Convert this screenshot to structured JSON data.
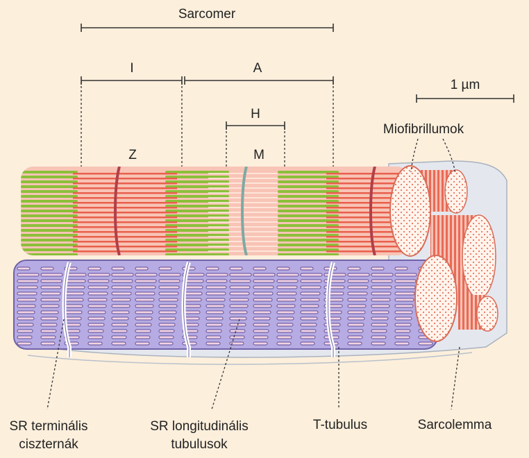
{
  "labels": {
    "sarcomer": "Sarcomer",
    "band_i": "I",
    "band_a": "A",
    "zone_h": "H",
    "line_z": "Z",
    "line_m": "M",
    "scale": "1 µm",
    "miofibrillumok": "Miofibrillumok",
    "sr_terminal_line1": "SR terminális",
    "sr_terminal_line2": "ciszternák",
    "sr_longitudinal_line1": "SR longitudinális",
    "sr_longitudinal_line2": "tubulusok",
    "t_tubulus": "T-tubulus",
    "sarcolemma": "Sarcolemma"
  },
  "colors": {
    "background": "#fcefdc",
    "myofibril_pink": "#f4a79a",
    "myofibril_red": "#e8604c",
    "thick_filament_green": "#8bbf3a",
    "z_line": "#b0404a",
    "m_line": "#7fa9a4",
    "sr_purple": "#9b8fd0",
    "sarcolemma_gray": "#dfe4ea"
  },
  "icons": [
    "cross-section-dots"
  ]
}
